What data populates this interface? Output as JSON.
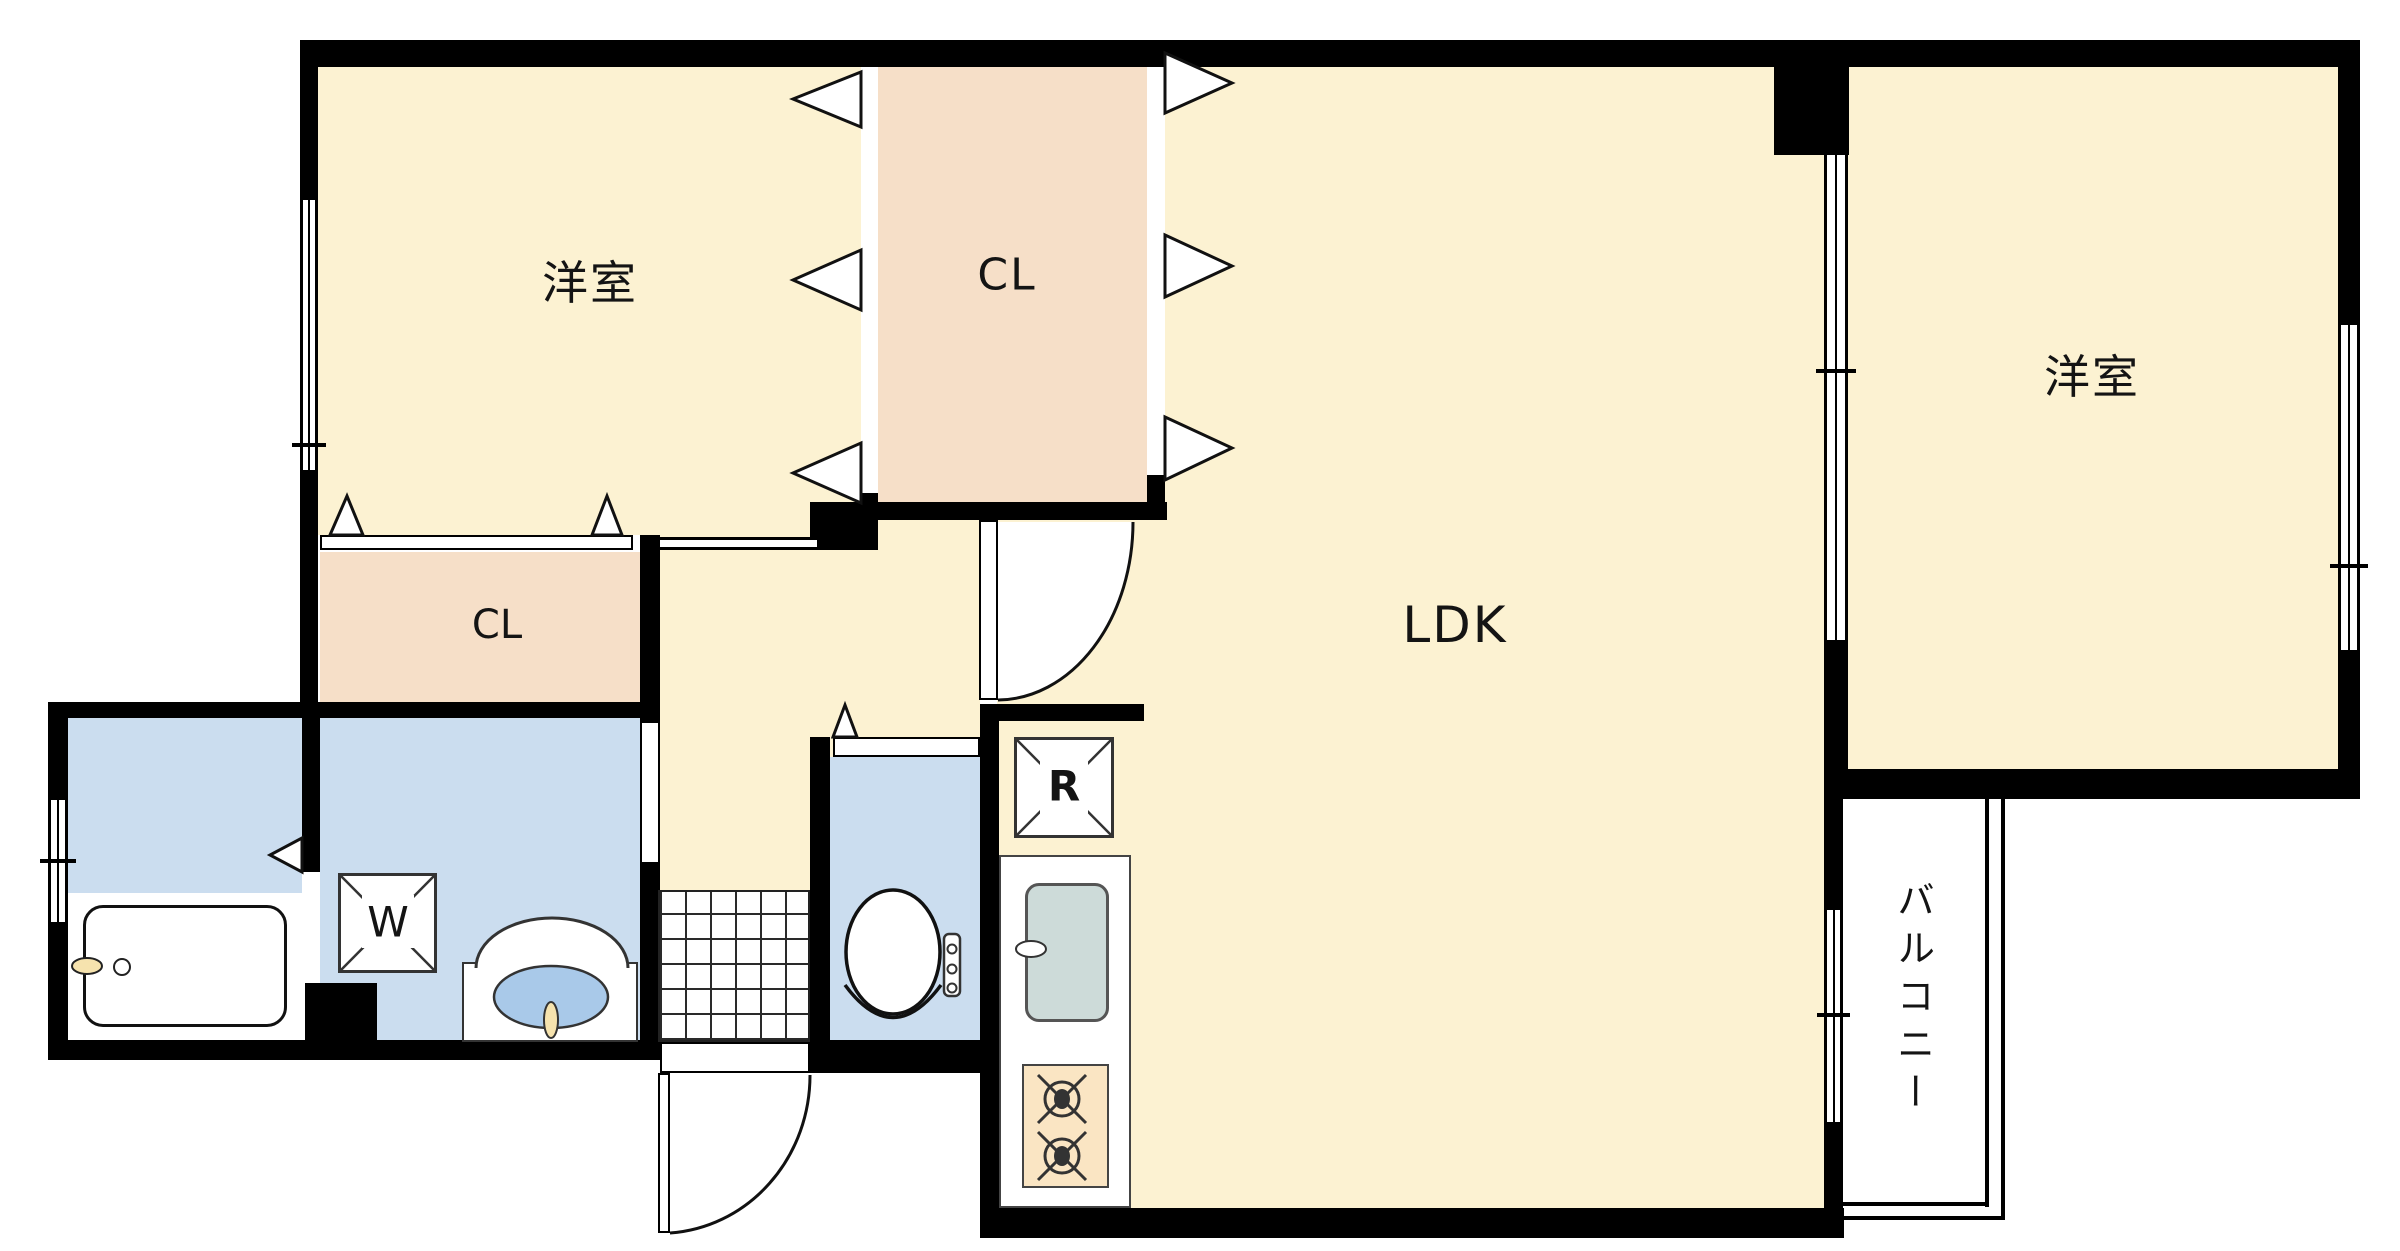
{
  "floorplan": {
    "rooms": {
      "western_room_left": {
        "label": "洋室"
      },
      "closet_top": {
        "label": "CL"
      },
      "closet_lower": {
        "label": "CL"
      },
      "ldk": {
        "label": "LDK"
      },
      "western_room_right": {
        "label": "洋室"
      },
      "balcony": {
        "label": "バルコニー"
      }
    },
    "appliances": {
      "washing_machine": {
        "label": "W"
      },
      "refrigerator": {
        "label": "R"
      }
    },
    "colors": {
      "floor_cream": "#FCF2D2",
      "closet_peach": "#F6DFC8",
      "wet_area_blue": "#CBDDEF",
      "sink_green": "#CDDBD9",
      "stove_peach": "#FAE5C3",
      "basin_blue": "#A9C9E9",
      "faucet_cream": "#F6E3AE",
      "wall_black": "#000000"
    }
  }
}
